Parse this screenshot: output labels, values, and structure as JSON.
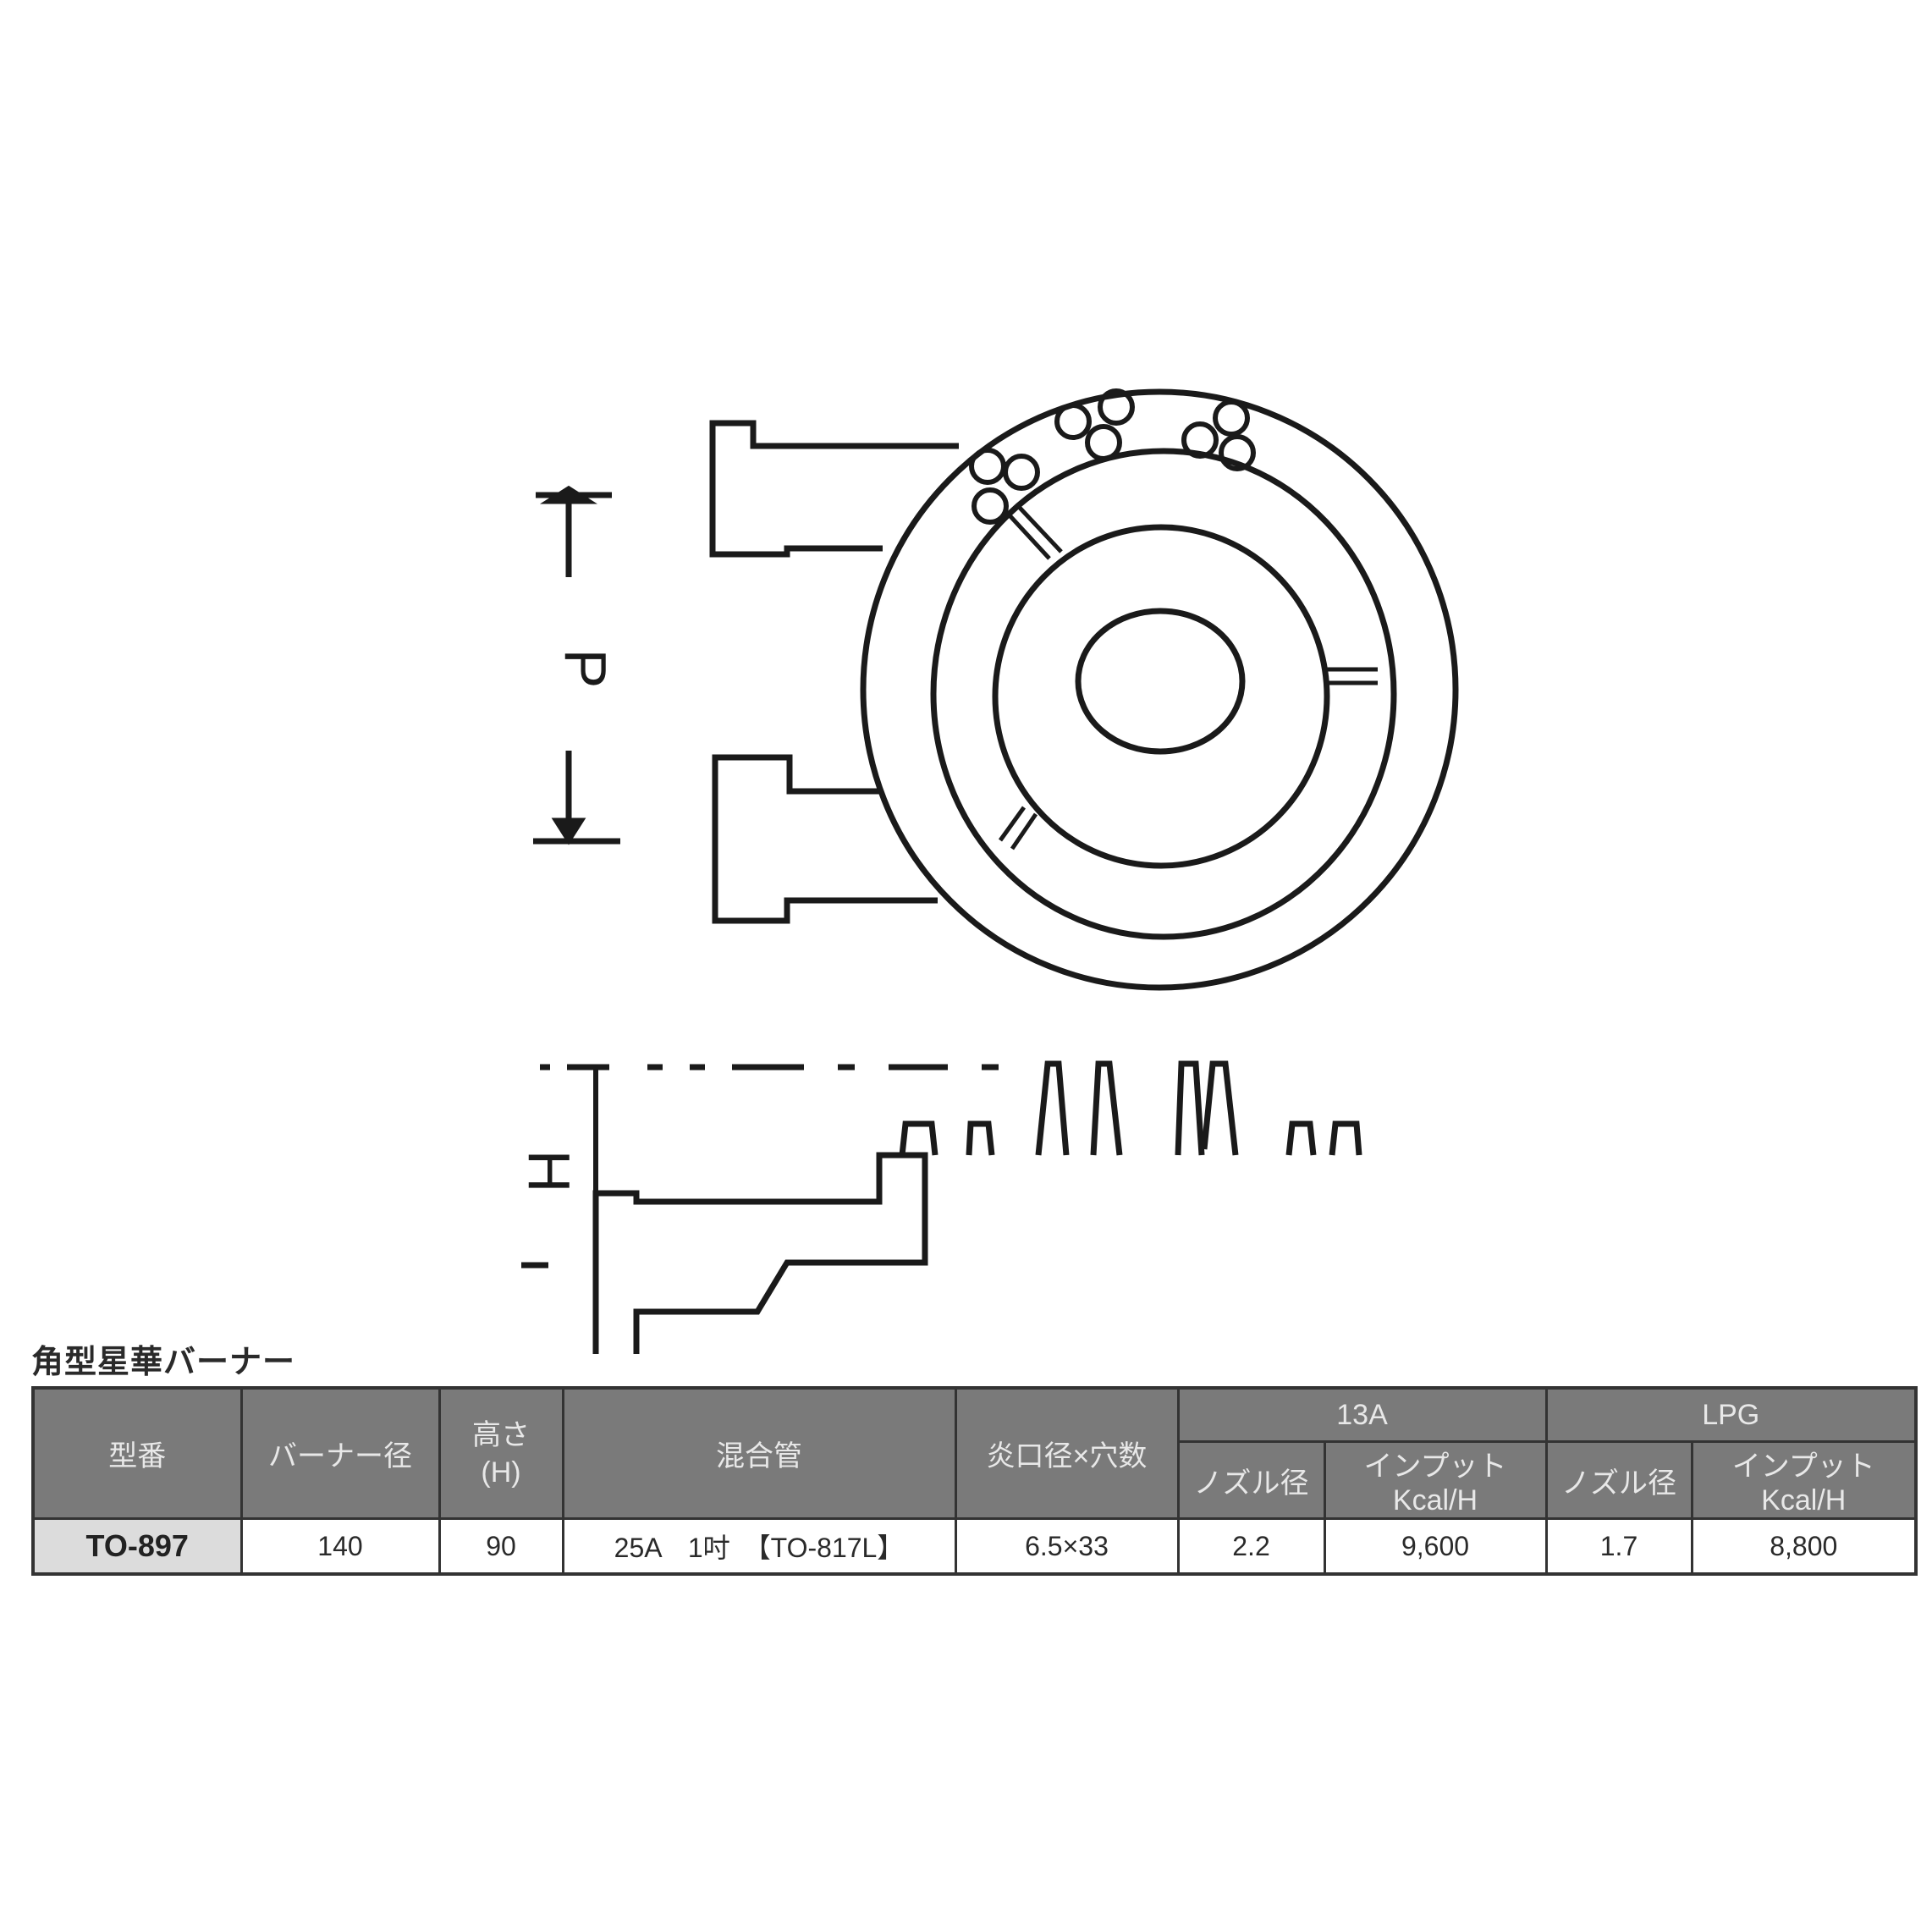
{
  "drawing": {
    "top_view": {
      "dimension_label": "P"
    },
    "side_view": {
      "dimension_label": "H"
    }
  },
  "product": {
    "title": "角型星華バーナー"
  },
  "table": {
    "headers": {
      "model": "型番",
      "burner_diameter": "バーナー径",
      "height_line1": "高さ",
      "height_line2": "(H)",
      "mixing_pipe": "混合管",
      "flame_port": "炎口径×穴数",
      "gas_13a": "13A",
      "gas_lpg": "LPG",
      "nozzle_diameter_13a": "ノズル径",
      "input_13a": "インプットKcal/H",
      "nozzle_diameter_lpg": "ノズル径",
      "input_lpg": "インプットKcal/H"
    },
    "rows": [
      {
        "model": "TO-897",
        "burner_diameter": "140",
        "height": "90",
        "mixing_pipe": "25A　1吋　【TO-817L】",
        "flame_port": "6.5×33",
        "nozzle_13a": "2.2",
        "input_13a": "9,600",
        "nozzle_lpg": "1.7",
        "input_lpg": "8,800"
      }
    ]
  },
  "colors": {
    "header_bg": "#7a7a7a",
    "header_text": "#e8e8e8",
    "model_cell_bg": "#dcdcdc",
    "line": "#1a1a1a"
  }
}
